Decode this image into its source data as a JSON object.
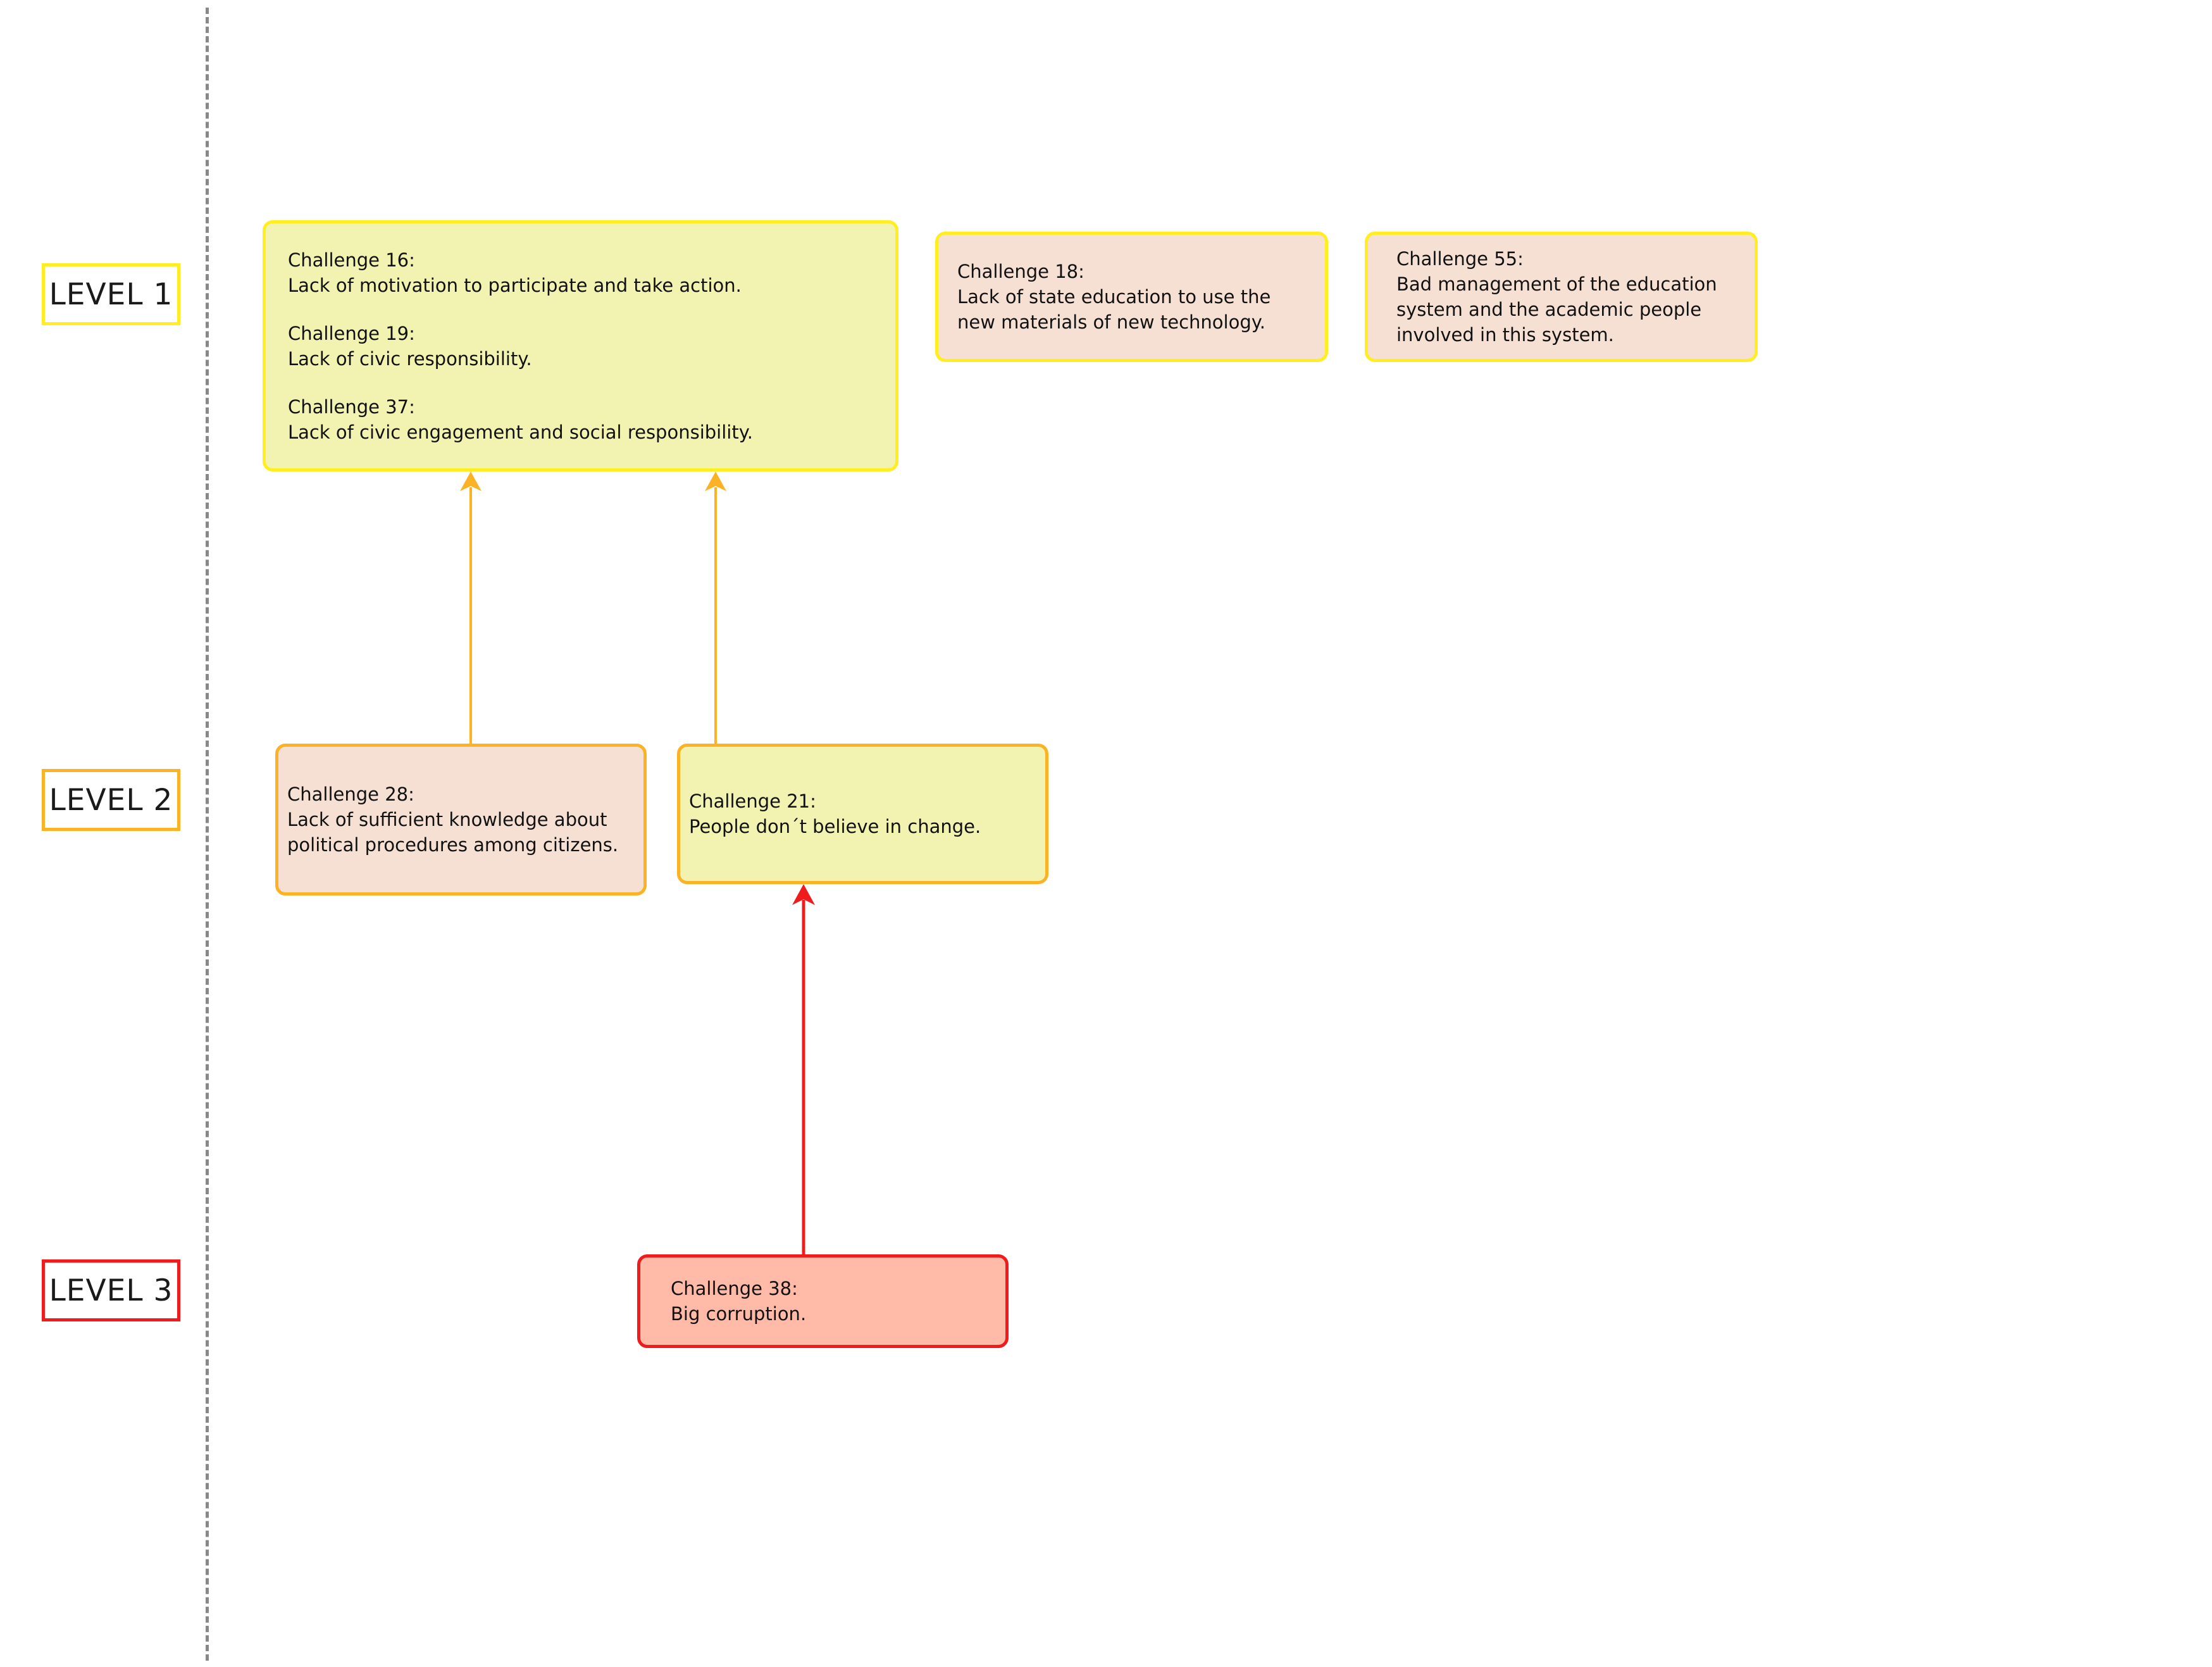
{
  "levels": [
    {
      "label": "LEVEL 1",
      "color": "#ffee22"
    },
    {
      "label": "LEVEL 2",
      "color": "#fbb224"
    },
    {
      "label": "LEVEL 3",
      "color": "#ee1c1c"
    }
  ],
  "colors": {
    "level1_border": "#ffee22",
    "level2_border": "#fbb224",
    "level3_border": "#ee1c1c",
    "fill_yellow": "#f2f3b0",
    "fill_peach": "#f6e0d3",
    "fill_salmon": "#ffbba7",
    "divider": "#888888"
  },
  "boxes": {
    "a": {
      "level": 1,
      "entries": [
        {
          "head": "Challenge 16:",
          "text": "Lack of motivation to participate and take action."
        },
        {
          "head": "Challenge 19:",
          "text": "Lack of civic responsibility."
        },
        {
          "head": "Challenge 37:",
          "text": "Lack of civic engagement  and social responsibility."
        }
      ]
    },
    "b": {
      "level": 1,
      "head": "Challenge 18:",
      "lines": [
        "Lack of state education to use the",
        "new materials of new technology."
      ]
    },
    "c": {
      "level": 1,
      "head": "Challenge 55:",
      "lines": [
        "Bad management of the education",
        "system  and the academic people",
        "involved in this system."
      ]
    },
    "d": {
      "level": 2,
      "head": "Challenge 28:",
      "lines": [
        "Lack of sufficient knowledge about",
        "political procedures among citizens."
      ]
    },
    "e": {
      "level": 2,
      "head": "Challenge 21:",
      "lines": [
        "People don´t believe in change."
      ]
    },
    "f": {
      "level": 3,
      "head": "Challenge 38:",
      "lines": [
        "Big corruption."
      ]
    }
  },
  "connections": [
    {
      "from": "Challenge 28",
      "to": "Challenge 16 / 19 / 37",
      "color": "#fbb224"
    },
    {
      "from": "Challenge 21",
      "to": "Challenge 16 / 19 / 37",
      "color": "#fbb224"
    },
    {
      "from": "Challenge 38",
      "to": "Challenge 21",
      "color": "#ee1c1c"
    }
  ]
}
